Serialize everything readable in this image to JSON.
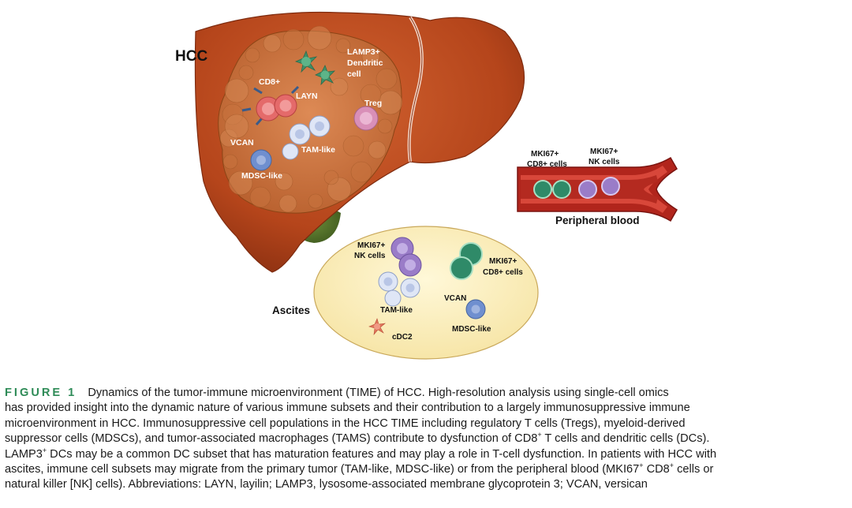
{
  "diagram": {
    "hcc_label": "HCC",
    "tumor": {
      "lamp3_line1": "LAMP3+",
      "lamp3_line2": "Dendritic",
      "lamp3_line3": "cell",
      "cd8": "CD8+",
      "layn": "LAYN",
      "treg": "Treg",
      "vcan": "VCAN",
      "tam_like": "TAM-like",
      "mdsc_like": "MDSC-like"
    },
    "blood": {
      "mki67_cd8_line1": "MKI67+",
      "mki67_cd8_line2": "CD8+ cells",
      "mki67_nk_line1": "MKI67+",
      "mki67_nk_line2": "NK cells",
      "title": "Peripheral blood"
    },
    "ascites": {
      "label": "Ascites",
      "nk_line1": "MKI67+",
      "nk_line2": "NK cells",
      "cd8_line1": "MKI67+",
      "cd8_line2": "CD8+ cells",
      "vcan": "VCAN",
      "tam_like": "TAM-like",
      "mdsc_like": "MDSC-like",
      "cdc2": "cDC2"
    },
    "colors": {
      "liver": "#b5451b",
      "tumor": "#c9743f",
      "vessel": "#a8201a",
      "ascites_fill": "#fbefbf",
      "treg": "#d98fb8",
      "cd8_tumor": "#e46a6a",
      "dendritic": "#4aa37a",
      "mki67_cd8": "#2f8a68",
      "nk": "#9a7cc8",
      "mdsc": "#6f8fcf"
    }
  },
  "caption": {
    "label": "FIGURE 1",
    "line1": "Dynamics of the tumor-immune microenvironment (TIME) of HCC. High-resolution analysis using single-cell omics",
    "line2": "has provided insight into the dynamic nature of various immune subsets and their contribution to a largely immunosuppressive immune",
    "line3": "microenvironment in HCC. Immunosuppressive cell populations in the HCC TIME including regulatory T cells (Tregs), myeloid-derived",
    "line4_a": "suppressor cells (MDSCs), and tumor-associated macrophages (TAMS) contribute to dysfunction of CD8",
    "line4_sup": "+",
    "line4_b": " T cells and dendritic cells (DCs).",
    "line5_a": "LAMP3",
    "line5_sup": "+",
    "line5_b": " DCs may be a common DC subset that has maturation features and may play a role in T-cell dysfunction. In patients with HCC with",
    "line6_a": "ascites, immune cell subsets may migrate from the primary tumor (TAM-like, MDSC-like) or from the peripheral blood (MKI67",
    "line6_sup1": "+",
    "line6_b": " CD8",
    "line6_sup2": "+",
    "line6_c": " cells or",
    "line7": "natural killer [NK] cells). Abbreviations: LAYN, layilin; LAMP3, lysosome-associated membrane glycoprotein 3; VCAN, versican"
  }
}
